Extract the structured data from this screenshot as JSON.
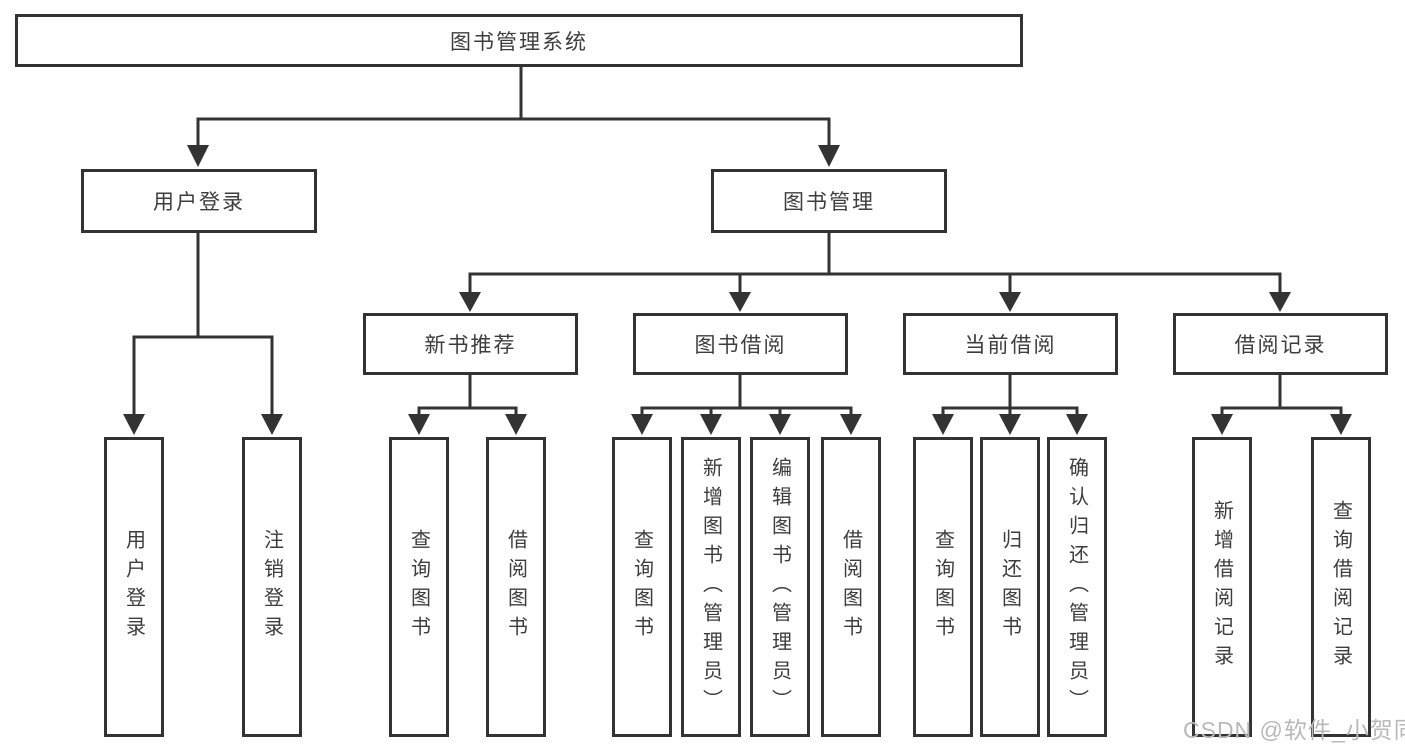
{
  "diagram": {
    "title_node": "图书管理系统",
    "colors": {
      "line": "#333333",
      "text": "#3d3d3d",
      "watermark": "#b9b9b9",
      "background": "#ffffff"
    },
    "nodes": {
      "root": {
        "label": "图书管理系统"
      },
      "login": {
        "label": "用户登录"
      },
      "manage": {
        "label": "图书管理"
      },
      "login_leaf": {
        "label": "用户登录"
      },
      "logout_leaf": {
        "label": "注销登录"
      },
      "recommend": {
        "label": "新书推荐"
      },
      "borrow": {
        "label": "图书借阅"
      },
      "current": {
        "label": "当前借阅"
      },
      "records": {
        "label": "借阅记录"
      },
      "rec_query": {
        "label": "查询图书"
      },
      "rec_borrow": {
        "label": "借阅图书"
      },
      "bor_query": {
        "label": "查询图书"
      },
      "bor_add": {
        "label": "新增图书（管理员）"
      },
      "bor_edit": {
        "label": "编辑图书（管理员）"
      },
      "bor_borrow": {
        "label": "借阅图书"
      },
      "cur_query": {
        "label": "查询图书"
      },
      "cur_return": {
        "label": "归还图书"
      },
      "cur_confirm": {
        "label": "确认归还（管理员）"
      },
      "records_add": {
        "label": "新增借阅记录"
      },
      "records_query": {
        "label": "查询借阅记录"
      }
    },
    "watermark": {
      "text": "CSDN @软件_小贺同学"
    }
  }
}
